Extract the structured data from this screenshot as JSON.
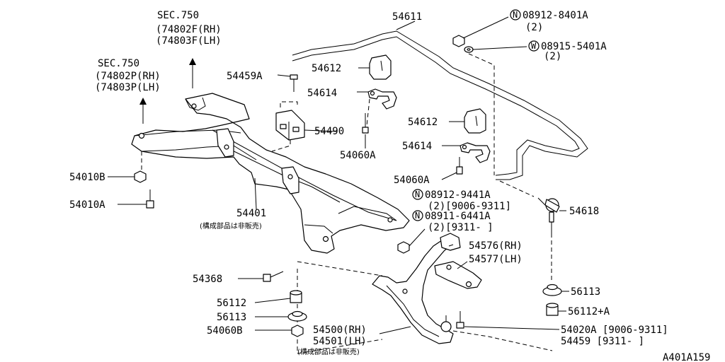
{
  "diagram_id": "A401A159",
  "sections": [
    {
      "sec": "SEC.750",
      "codes": [
        "(74802F(RH)",
        "(74803F(LH)"
      ]
    },
    {
      "sec": "SEC.750",
      "codes": [
        "(74802P(RH)",
        "(74803P(LH)"
      ]
    }
  ],
  "labels": {
    "p54611": "54611",
    "p08912_8401A": "08912-8401A",
    "p08912_8401A_qty": "(2)",
    "p08915_5401A": "08915-5401A",
    "p08915_5401A_qty": "(2)",
    "p54459A": "54459A",
    "p54612_a": "54612",
    "p54614_a": "54614",
    "p54490": "54490",
    "p54060A_a": "54060A",
    "p54612_b": "54612",
    "p54614_b": "54614",
    "p54060A_b": "54060A",
    "p54010B": "54010B",
    "p54010A": "54010A",
    "p54401": "54401",
    "note_1": "(構成部品は非販売)",
    "p08912_9441A": "08912-9441A",
    "p08912_9441A_qty": "(2)[9006-9311]",
    "p08911_6441A": "08911-6441A",
    "p08911_6441A_qty": "(2)[9311-     ]",
    "p54618": "54618",
    "p54576": "54576(RH)",
    "p54577": "54577(LH)",
    "p54368": "54368",
    "p56112": "56112",
    "p56113_a": "56113",
    "p54060B": "54060B",
    "p54500": "54500(RH)",
    "p54501": "54501(LH)",
    "note_2": "(構成部品は非販売)",
    "p56113_b": "56113",
    "p56112A": "56112+A",
    "p54020A": "54020A [9006-9311]",
    "p54459": "54459  [9311-     ]"
  },
  "symbols": {
    "n": "N",
    "w": "W"
  }
}
